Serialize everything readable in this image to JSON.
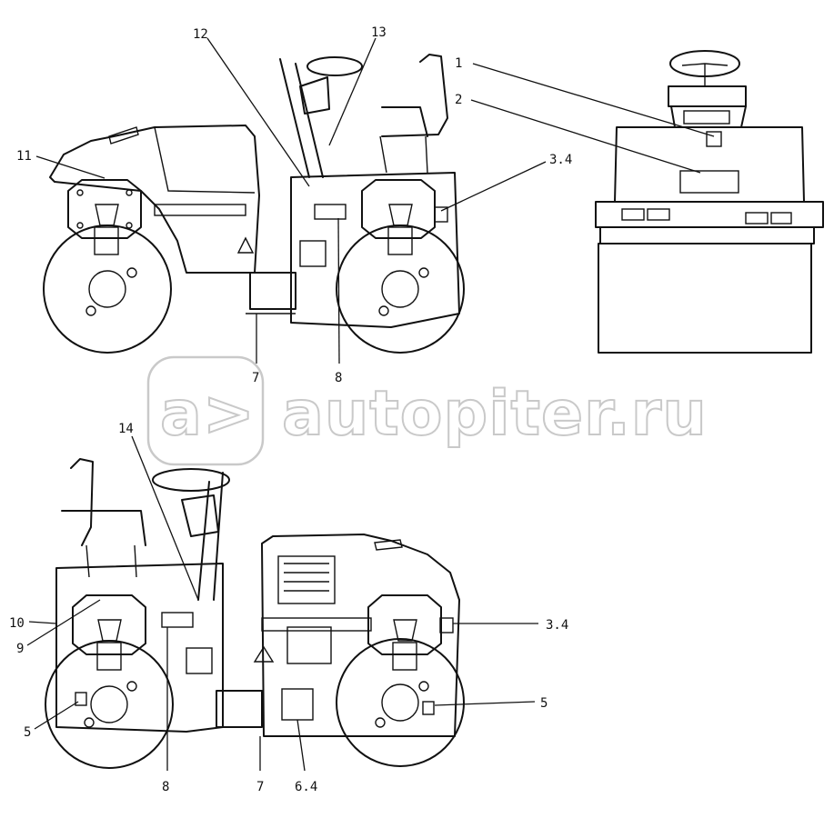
{
  "watermark": {
    "text": "autopiter.ru",
    "logo_text": "a>"
  },
  "callouts": {
    "c1": "1",
    "c2": "2",
    "c34_top": "3.4",
    "c7_top": "7",
    "c8_top": "8",
    "c11": "11",
    "c12": "12",
    "c13": "13",
    "c14": "14",
    "c10": "10",
    "c9": "9",
    "c5_left": "5",
    "c8_bottom": "8",
    "c7_bottom": "7",
    "c64": "6.4",
    "c34_bottom": "3.4",
    "c5_right": "5"
  }
}
